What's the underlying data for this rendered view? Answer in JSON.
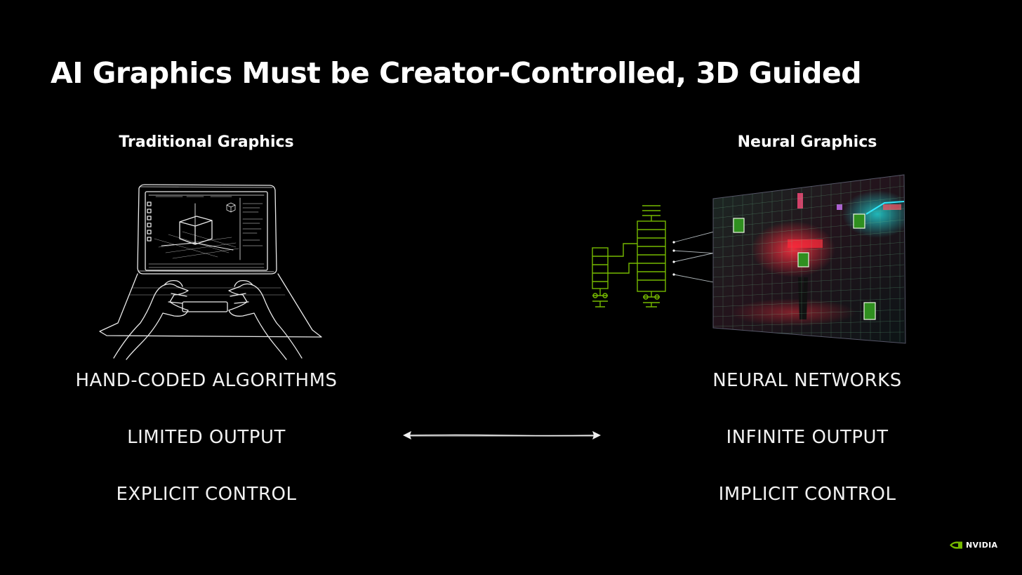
{
  "slide": {
    "title": "AI Graphics Must be Creator-Controlled, 3D Guided"
  },
  "left_column": {
    "heading": "Traditional Graphics",
    "items": [
      "HAND-CODED ALGORITHMS",
      "LIMITED OUTPUT",
      "EXPLICIT CONTROL"
    ]
  },
  "right_column": {
    "heading": "Neural Graphics",
    "items": [
      "NEURAL NETWORKS",
      "INFINITE OUTPUT",
      "IMPLICIT CONTROL"
    ]
  },
  "connector": {
    "icon": "double-arrow-icon"
  },
  "illustrations": {
    "left": "laptop-sketch-icon",
    "right": "neural-network-scene-icon"
  },
  "branding": {
    "logo_text": "NVIDIA",
    "logo_icon": "nvidia-eye-icon",
    "brand_color": "#76b900"
  },
  "colors": {
    "background": "#000000",
    "text": "#ffffff",
    "accent_green": "#76b900"
  }
}
